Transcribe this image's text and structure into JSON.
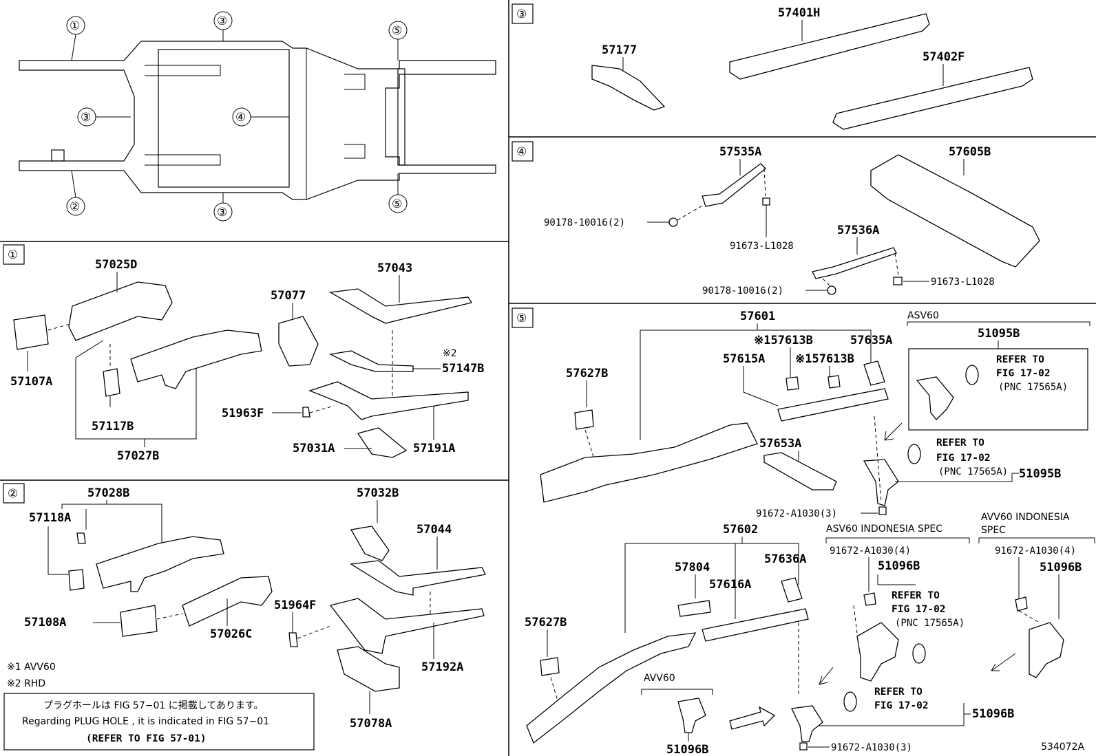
{
  "callouts": {
    "c1": "①",
    "c2": "②",
    "c3": "③",
    "c4": "④",
    "c5": "⑤"
  },
  "section1": {
    "p57025D": "57025D",
    "p57107A": "57107A",
    "p57117B": "57117B",
    "p57027B": "57027B",
    "p57077": "57077",
    "p57043": "57043",
    "p57147B": "57147B",
    "p51963F": "51963F",
    "p57031A": "57031A",
    "p57191A": "57191A",
    "note2": "※2"
  },
  "section2": {
    "p57028B": "57028B",
    "p57118A": "57118A",
    "p57108A": "57108A",
    "p57026C": "57026C",
    "p57032B": "57032B",
    "p57044": "57044",
    "p51964F": "51964F",
    "p57192A": "57192A",
    "p57078A": "57078A"
  },
  "notes": {
    "n1": "※1 AVV60",
    "n2": "※2 RHD",
    "plug_jp": "プラグホールは FIG 57−01 に掲載してあります。",
    "plug_en": "Regarding  PLUG HOLE , it is indicated in FIG  57−01",
    "plug_ref": "(REFER TO FIG 57-01)"
  },
  "section3": {
    "p57177": "57177",
    "p57401H": "57401H",
    "p57402F": "57402F"
  },
  "section4": {
    "p57535A": "57535A",
    "p57605B": "57605B",
    "p57536A": "57536A",
    "f1": "90178-10016(2)",
    "f2": "91673-L1028",
    "f3": "90178-10016(2)",
    "f4": "91673-L1028"
  },
  "section5": {
    "p57601": "57601",
    "p57613B_1": "※157613B",
    "p57613B_2": "※157613B",
    "p57635A": "57635A",
    "p57615A": "57615A",
    "p57627B_1": "57627B",
    "p57653A": "57653A",
    "asv60": "ASV60",
    "p51095B_1": "51095B",
    "refer": "REFER TO",
    "fig": "FIG 17-02",
    "pnc": "(PNC 17565A)",
    "p51095B_2": "51095B",
    "f91672a": "91672-A1030(3)",
    "p57602": "57602",
    "p57804": "57804",
    "p57636A": "57636A",
    "p57616A": "57616A",
    "p57627B_2": "57627B",
    "asv60_indo": "ASV60 INDONESIA SPEC",
    "avv60_indo_1": "AVV60 INDONESIA",
    "avv60_indo_2": "SPEC",
    "f91672b": "91672-A1030(4)",
    "f91672c": "91672-A1030(4)",
    "p51096B_1": "51096B",
    "p51096B_2": "51096B",
    "avv60": "AVV60",
    "p51096B_3": "51096B",
    "p51096B_4": "51096B",
    "f91672d": "91672-A1030(3)",
    "code": "534072A"
  }
}
